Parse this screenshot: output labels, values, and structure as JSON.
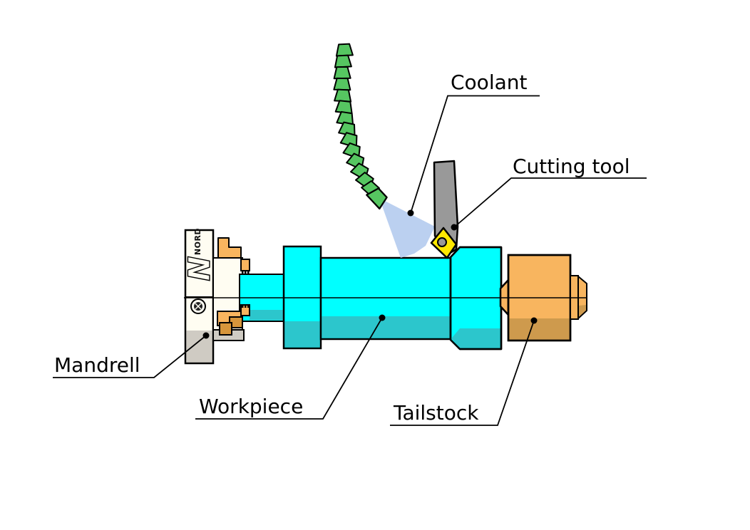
{
  "diagram": {
    "type": "lathe-turning-setup",
    "labels": {
      "coolant": "Coolant",
      "cutting_tool": "Cutting tool",
      "mandrell": "Mandrell",
      "workpiece": "Workpiece",
      "tailstock": "Tailstock"
    },
    "chuck": {
      "brand": "NORD",
      "logo_letter": "N"
    },
    "colors": {
      "background": "#FFFFFF",
      "outline": "#000000",
      "workpiece_cyan": "#00FFFF",
      "workpiece_shade": "#2CC6CC",
      "fixture_orange": "#F8B55F",
      "fixture_shade": "#CE9A4D",
      "jaw_dark_orange": "#D6953B",
      "hose_green": "#56C661",
      "spray_blue": "#B7CEEF",
      "tool_gray": "#999999",
      "insert_yellow": "#FFE800",
      "chuck_ivory": "#FFFDF2",
      "chuck_gray": "#CFCBC3",
      "screw_dark": "#222222"
    }
  }
}
